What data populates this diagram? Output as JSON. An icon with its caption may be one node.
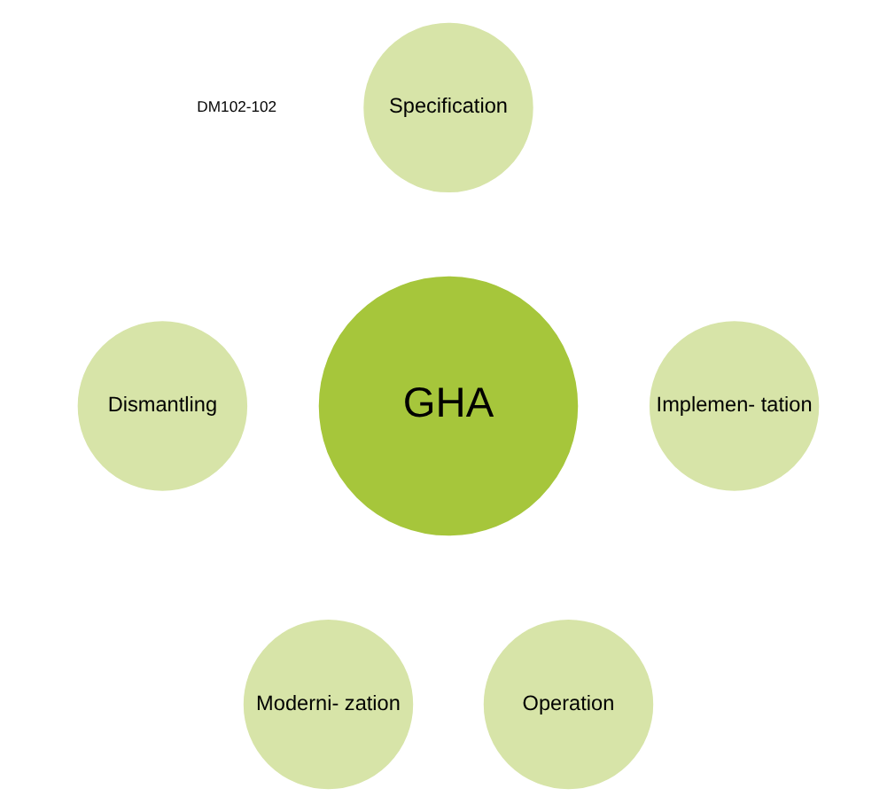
{
  "diagram": {
    "nodes": [
      {
        "text": [
          "Specification"
        ]
      },
      {
        "text": [
          "Dismantling"
        ]
      },
      {
        "text": [
          "GHA"
        ]
      },
      {
        "text": [
          "Implemen- tation"
        ]
      },
      {
        "text": [
          "Moderni- zation"
        ]
      },
      {
        "text": [
          "Operation"
        ]
      }
    ],
    "labels": [
      "DM102-102"
    ]
  }
}
